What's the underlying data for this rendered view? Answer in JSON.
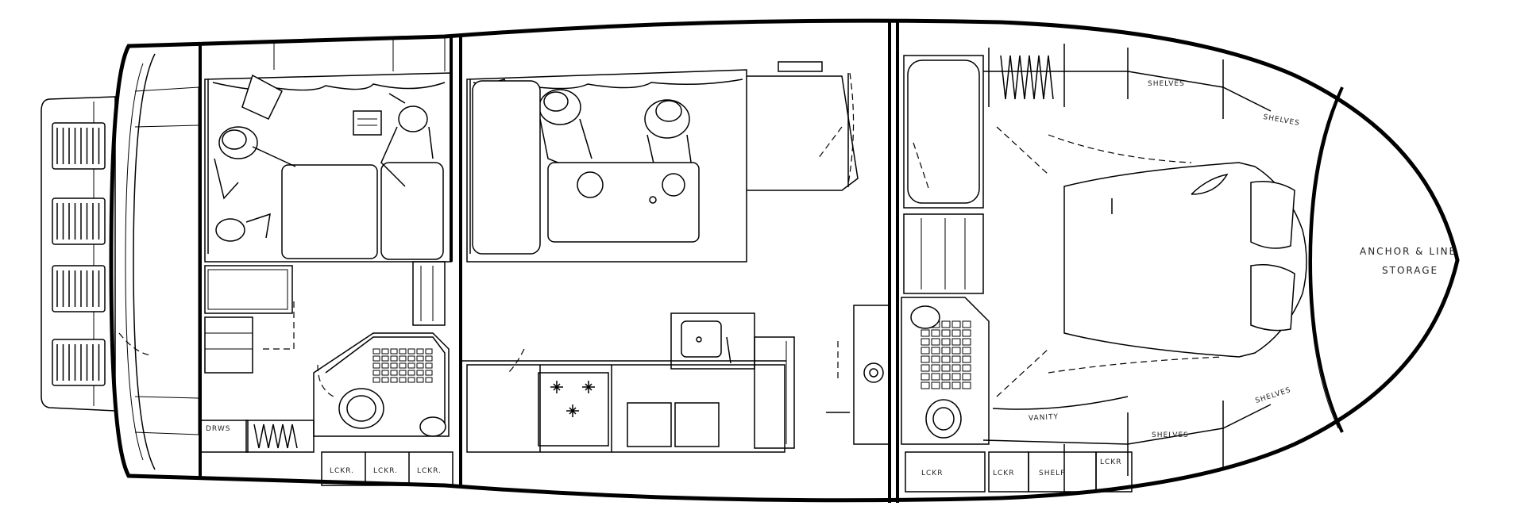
{
  "labels": {
    "drws": "DRWS",
    "lckr_aft_1": "LCKR.",
    "lckr_aft_2": "LCKR.",
    "lckr_aft_3": "LCKR.",
    "lckr_fwd_1": "LCKR",
    "lckr_fwd_2": "LCKR",
    "shelf": "SHELF",
    "lckr_fwd_3": "LCKR",
    "vanity": "VANITY",
    "shelves_1": "SHELVES",
    "shelves_2": "SHELVES",
    "shelves_3": "SHELVES",
    "shelves_4": "SHELVES",
    "anchor_line": "ANCHOR & LINE",
    "storage": "STORAGE"
  }
}
